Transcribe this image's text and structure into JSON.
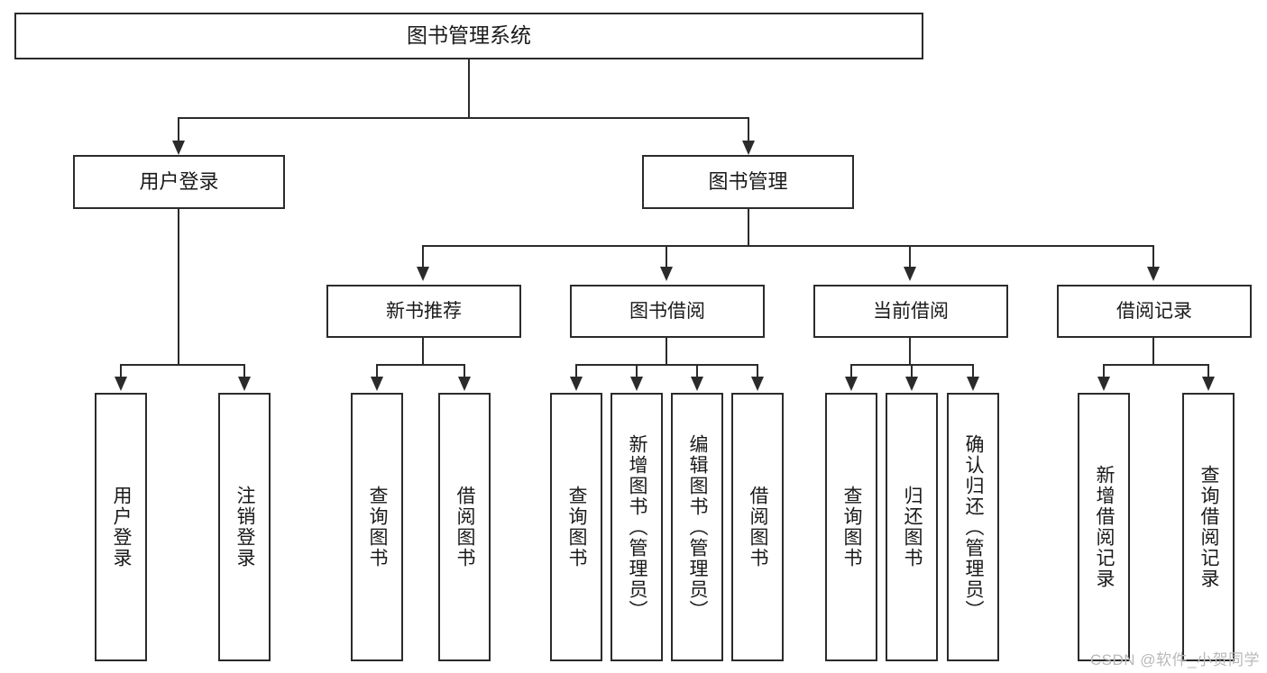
{
  "diagram": {
    "type": "tree-hierarchy-diagram",
    "title": "图书管理系统",
    "accent_color": "#2b2b2b",
    "background_color": "#ffffff",
    "root": {
      "label": "图书管理系统"
    },
    "level2": [
      {
        "label": "用户登录"
      },
      {
        "label": "图书管理"
      }
    ],
    "level3": [
      {
        "label": "新书推荐"
      },
      {
        "label": "图书借阅"
      },
      {
        "label": "当前借阅"
      },
      {
        "label": "借阅记录"
      }
    ],
    "leaves": {
      "user_login": [
        {
          "label": "用户登录"
        },
        {
          "label": "注销登录"
        }
      ],
      "new_book_recommend": [
        {
          "label": "查询图书"
        },
        {
          "label": "借阅图书"
        }
      ],
      "book_borrow": [
        {
          "label": "查询图书"
        },
        {
          "label": "新增图书（管理员）"
        },
        {
          "label": "编辑图书（管理员）"
        },
        {
          "label": "借阅图书"
        }
      ],
      "current_borrow": [
        {
          "label": "查询图书"
        },
        {
          "label": "归还图书"
        },
        {
          "label": "确认归还（管理员）"
        }
      ],
      "borrow_record": [
        {
          "label": "新增借阅记录"
        },
        {
          "label": "查询借阅记录"
        }
      ]
    }
  },
  "watermark": {
    "text": "CSDN @软件_小贺同学"
  }
}
